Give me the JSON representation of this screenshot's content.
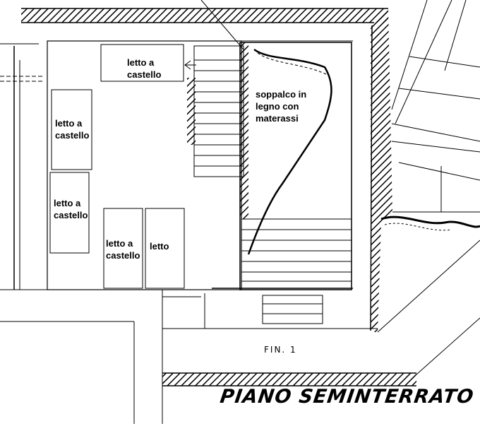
{
  "rooms": {
    "bunk_top": "letto a\ncastello",
    "bunk_left_1": "letto a\ncastello",
    "bunk_left_2": "letto a\ncastello",
    "bunk_bottom": "letto a\ncastello",
    "bed_single": "letto",
    "loft": "soppalco in\nlegno con\nmaterassi"
  },
  "window_label": "FIN. 1",
  "plan_title": "PIANO SEMINTERRATO",
  "colors": {
    "ink": "#000000",
    "paper": "#ffffff"
  }
}
